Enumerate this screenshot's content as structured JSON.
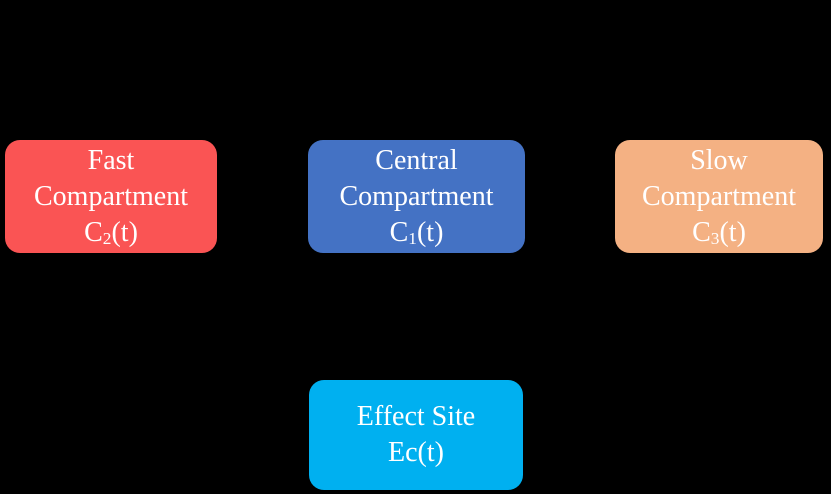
{
  "canvas": {
    "background": "#000000",
    "text_color": "#ffffff"
  },
  "boxes": [
    {
      "name": "fast-compartment",
      "line1": "Fast",
      "line2": "Compartment",
      "sym_base": "C",
      "sym_sub": "2",
      "sym_tail": "(t)",
      "color": "#FA5454"
    },
    {
      "name": "central-compartment",
      "line1": "Central",
      "line2": "Compartment",
      "sym_base": "C",
      "sym_sub": "1",
      "sym_tail": "(t)",
      "color": "#4472C4"
    },
    {
      "name": "slow-compartment",
      "line1": "Slow",
      "line2": "Compartment",
      "sym_base": "C",
      "sym_sub": "3",
      "sym_tail": "(t)",
      "color": "#F4B183"
    },
    {
      "name": "effect-site",
      "line1": "Effect Site",
      "sym_base": "Ec(t)",
      "sym_sub": "",
      "sym_tail": "",
      "color": "#00B0F0"
    }
  ]
}
